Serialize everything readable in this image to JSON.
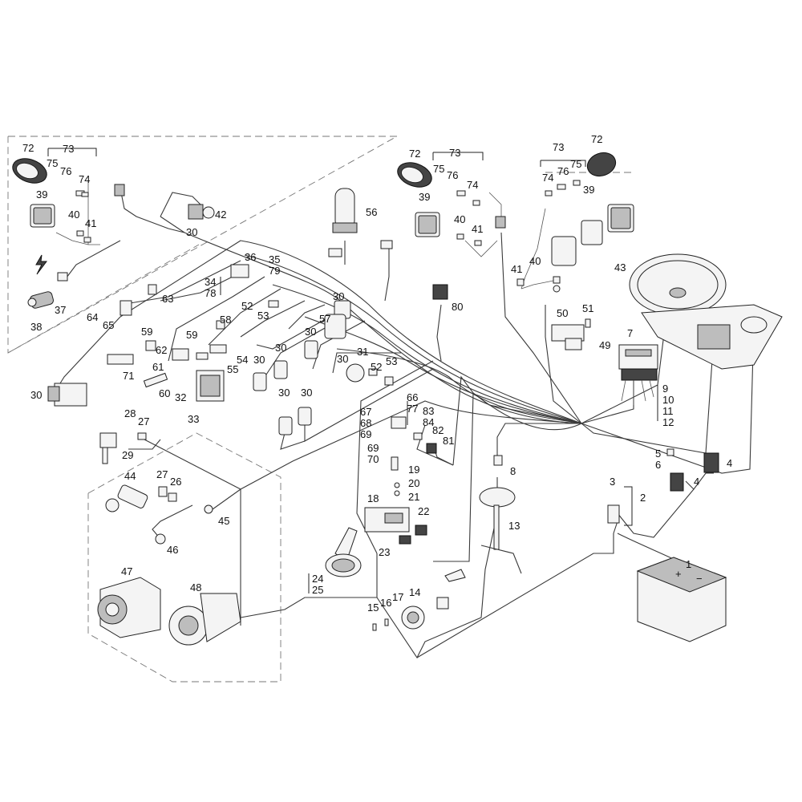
{
  "callouts": [
    {
      "id": "c1",
      "text": "1"
    },
    {
      "id": "c2",
      "text": "2"
    },
    {
      "id": "c3",
      "text": "3"
    },
    {
      "id": "c4a",
      "text": "4"
    },
    {
      "id": "c4b",
      "text": "4"
    },
    {
      "id": "c5",
      "text": "5"
    },
    {
      "id": "c6",
      "text": "6"
    },
    {
      "id": "c7",
      "text": "7"
    },
    {
      "id": "c8",
      "text": "8"
    },
    {
      "id": "c9",
      "text": "9"
    },
    {
      "id": "c10",
      "text": "10"
    },
    {
      "id": "c11",
      "text": "11"
    },
    {
      "id": "c12",
      "text": "12"
    },
    {
      "id": "c13",
      "text": "13"
    },
    {
      "id": "c14",
      "text": "14"
    },
    {
      "id": "c15",
      "text": "15"
    },
    {
      "id": "c16",
      "text": "16"
    },
    {
      "id": "c17",
      "text": "17"
    },
    {
      "id": "c18",
      "text": "18"
    },
    {
      "id": "c19",
      "text": "19"
    },
    {
      "id": "c20",
      "text": "20"
    },
    {
      "id": "c21",
      "text": "21"
    },
    {
      "id": "c22",
      "text": "22"
    },
    {
      "id": "c23",
      "text": "23"
    },
    {
      "id": "c24",
      "text": "24"
    },
    {
      "id": "c25",
      "text": "25"
    },
    {
      "id": "c26",
      "text": "26"
    },
    {
      "id": "c27a",
      "text": "27"
    },
    {
      "id": "c27b",
      "text": "27"
    },
    {
      "id": "c28",
      "text": "28"
    },
    {
      "id": "c29",
      "text": "29"
    },
    {
      "id": "c30a",
      "text": "30"
    },
    {
      "id": "c30b",
      "text": "30"
    },
    {
      "id": "c30c",
      "text": "30"
    },
    {
      "id": "c30d",
      "text": "30"
    },
    {
      "id": "c30e",
      "text": "30"
    },
    {
      "id": "c30f",
      "text": "30"
    },
    {
      "id": "c30g",
      "text": "30"
    },
    {
      "id": "c30h",
      "text": "30"
    },
    {
      "id": "c30i",
      "text": "30"
    },
    {
      "id": "c31",
      "text": "31"
    },
    {
      "id": "c32",
      "text": "32"
    },
    {
      "id": "c33",
      "text": "33"
    },
    {
      "id": "c34",
      "text": "34"
    },
    {
      "id": "c35",
      "text": "35"
    },
    {
      "id": "c36",
      "text": "36"
    },
    {
      "id": "c37",
      "text": "37"
    },
    {
      "id": "c38",
      "text": "38"
    },
    {
      "id": "c39a",
      "text": "39"
    },
    {
      "id": "c39b",
      "text": "39"
    },
    {
      "id": "c39c",
      "text": "39"
    },
    {
      "id": "c40a",
      "text": "40"
    },
    {
      "id": "c40b",
      "text": "40"
    },
    {
      "id": "c40c",
      "text": "40"
    },
    {
      "id": "c41a",
      "text": "41"
    },
    {
      "id": "c41b",
      "text": "41"
    },
    {
      "id": "c41c",
      "text": "41"
    },
    {
      "id": "c42",
      "text": "42"
    },
    {
      "id": "c43",
      "text": "43"
    },
    {
      "id": "c44",
      "text": "44"
    },
    {
      "id": "c45",
      "text": "45"
    },
    {
      "id": "c46",
      "text": "46"
    },
    {
      "id": "c47",
      "text": "47"
    },
    {
      "id": "c48",
      "text": "48"
    },
    {
      "id": "c49",
      "text": "49"
    },
    {
      "id": "c50",
      "text": "50"
    },
    {
      "id": "c51",
      "text": "51"
    },
    {
      "id": "c52a",
      "text": "52"
    },
    {
      "id": "c52b",
      "text": "52"
    },
    {
      "id": "c53a",
      "text": "53"
    },
    {
      "id": "c53b",
      "text": "53"
    },
    {
      "id": "c54",
      "text": "54"
    },
    {
      "id": "c55",
      "text": "55"
    },
    {
      "id": "c56",
      "text": "56"
    },
    {
      "id": "c57",
      "text": "57"
    },
    {
      "id": "c58",
      "text": "58"
    },
    {
      "id": "c59a",
      "text": "59"
    },
    {
      "id": "c59b",
      "text": "59"
    },
    {
      "id": "c60",
      "text": "60"
    },
    {
      "id": "c61",
      "text": "61"
    },
    {
      "id": "c62",
      "text": "62"
    },
    {
      "id": "c63",
      "text": "63"
    },
    {
      "id": "c64",
      "text": "64"
    },
    {
      "id": "c65",
      "text": "65"
    },
    {
      "id": "c66",
      "text": "66"
    },
    {
      "id": "c67",
      "text": "67"
    },
    {
      "id": "c68",
      "text": "68"
    },
    {
      "id": "c69a",
      "text": "69"
    },
    {
      "id": "c69b",
      "text": "69"
    },
    {
      "id": "c70",
      "text": "70"
    },
    {
      "id": "c71",
      "text": "71"
    },
    {
      "id": "c72a",
      "text": "72"
    },
    {
      "id": "c72b",
      "text": "72"
    },
    {
      "id": "c72c",
      "text": "72"
    },
    {
      "id": "c73a",
      "text": "73"
    },
    {
      "id": "c73b",
      "text": "73"
    },
    {
      "id": "c73c",
      "text": "73"
    },
    {
      "id": "c74a",
      "text": "74"
    },
    {
      "id": "c74b",
      "text": "74"
    },
    {
      "id": "c74c",
      "text": "74"
    },
    {
      "id": "c75a",
      "text": "75"
    },
    {
      "id": "c75b",
      "text": "75"
    },
    {
      "id": "c75c",
      "text": "75"
    },
    {
      "id": "c76a",
      "text": "76"
    },
    {
      "id": "c76b",
      "text": "76"
    },
    {
      "id": "c76c",
      "text": "76"
    },
    {
      "id": "c77",
      "text": "77"
    },
    {
      "id": "c78",
      "text": "78"
    },
    {
      "id": "c79",
      "text": "79"
    },
    {
      "id": "c80",
      "text": "80"
    },
    {
      "id": "c81",
      "text": "81"
    },
    {
      "id": "c82",
      "text": "82"
    },
    {
      "id": "c83",
      "text": "83"
    },
    {
      "id": "c84",
      "text": "84"
    }
  ],
  "battery_terminal_symbols": {
    "plus": "+",
    "minus": "−"
  },
  "colors": {
    "line": "#3a3a3a",
    "part_fill": "#f4f4f4",
    "dark": "#444444",
    "background": "#ffffff"
  },
  "icons": [
    "battery-icon",
    "steering-wheel-icon",
    "work-light-icon",
    "beacon-icon",
    "solenoid-coil-icon",
    "relay-icon",
    "fuse-box-icon",
    "alternator-icon",
    "starter-motor-icon",
    "horn-icon",
    "fuel-sender-icon",
    "lightning-icon"
  ]
}
